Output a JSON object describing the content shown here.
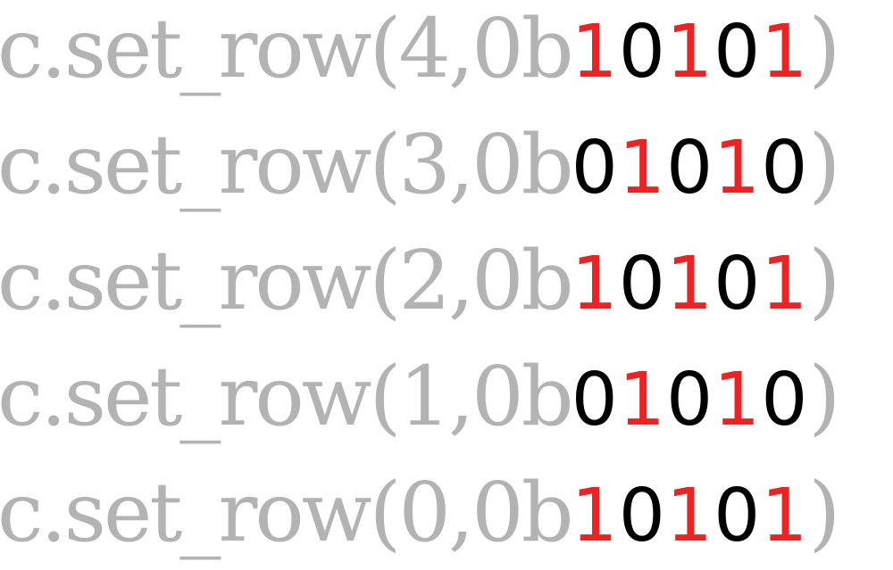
{
  "colors": {
    "code_gray": "#b3b3b3",
    "bit_one_red": "#ee2222",
    "bit_zero_black": "#000000"
  },
  "lines": [
    {
      "prefix": "c.set_row(4,0b",
      "bits": [
        "1",
        "0",
        "1",
        "0",
        "1"
      ],
      "suffix": ")"
    },
    {
      "prefix": "c.set_row(3,0b",
      "bits": [
        "0",
        "1",
        "0",
        "1",
        "0"
      ],
      "suffix": ")"
    },
    {
      "prefix": "c.set_row(2,0b",
      "bits": [
        "1",
        "0",
        "1",
        "0",
        "1"
      ],
      "suffix": ")"
    },
    {
      "prefix": "c.set_row(1,0b",
      "bits": [
        "0",
        "1",
        "0",
        "1",
        "0"
      ],
      "suffix": ")"
    },
    {
      "prefix": "c.set_row(0,0b",
      "bits": [
        "1",
        "0",
        "1",
        "0",
        "1"
      ],
      "suffix": ")"
    }
  ]
}
